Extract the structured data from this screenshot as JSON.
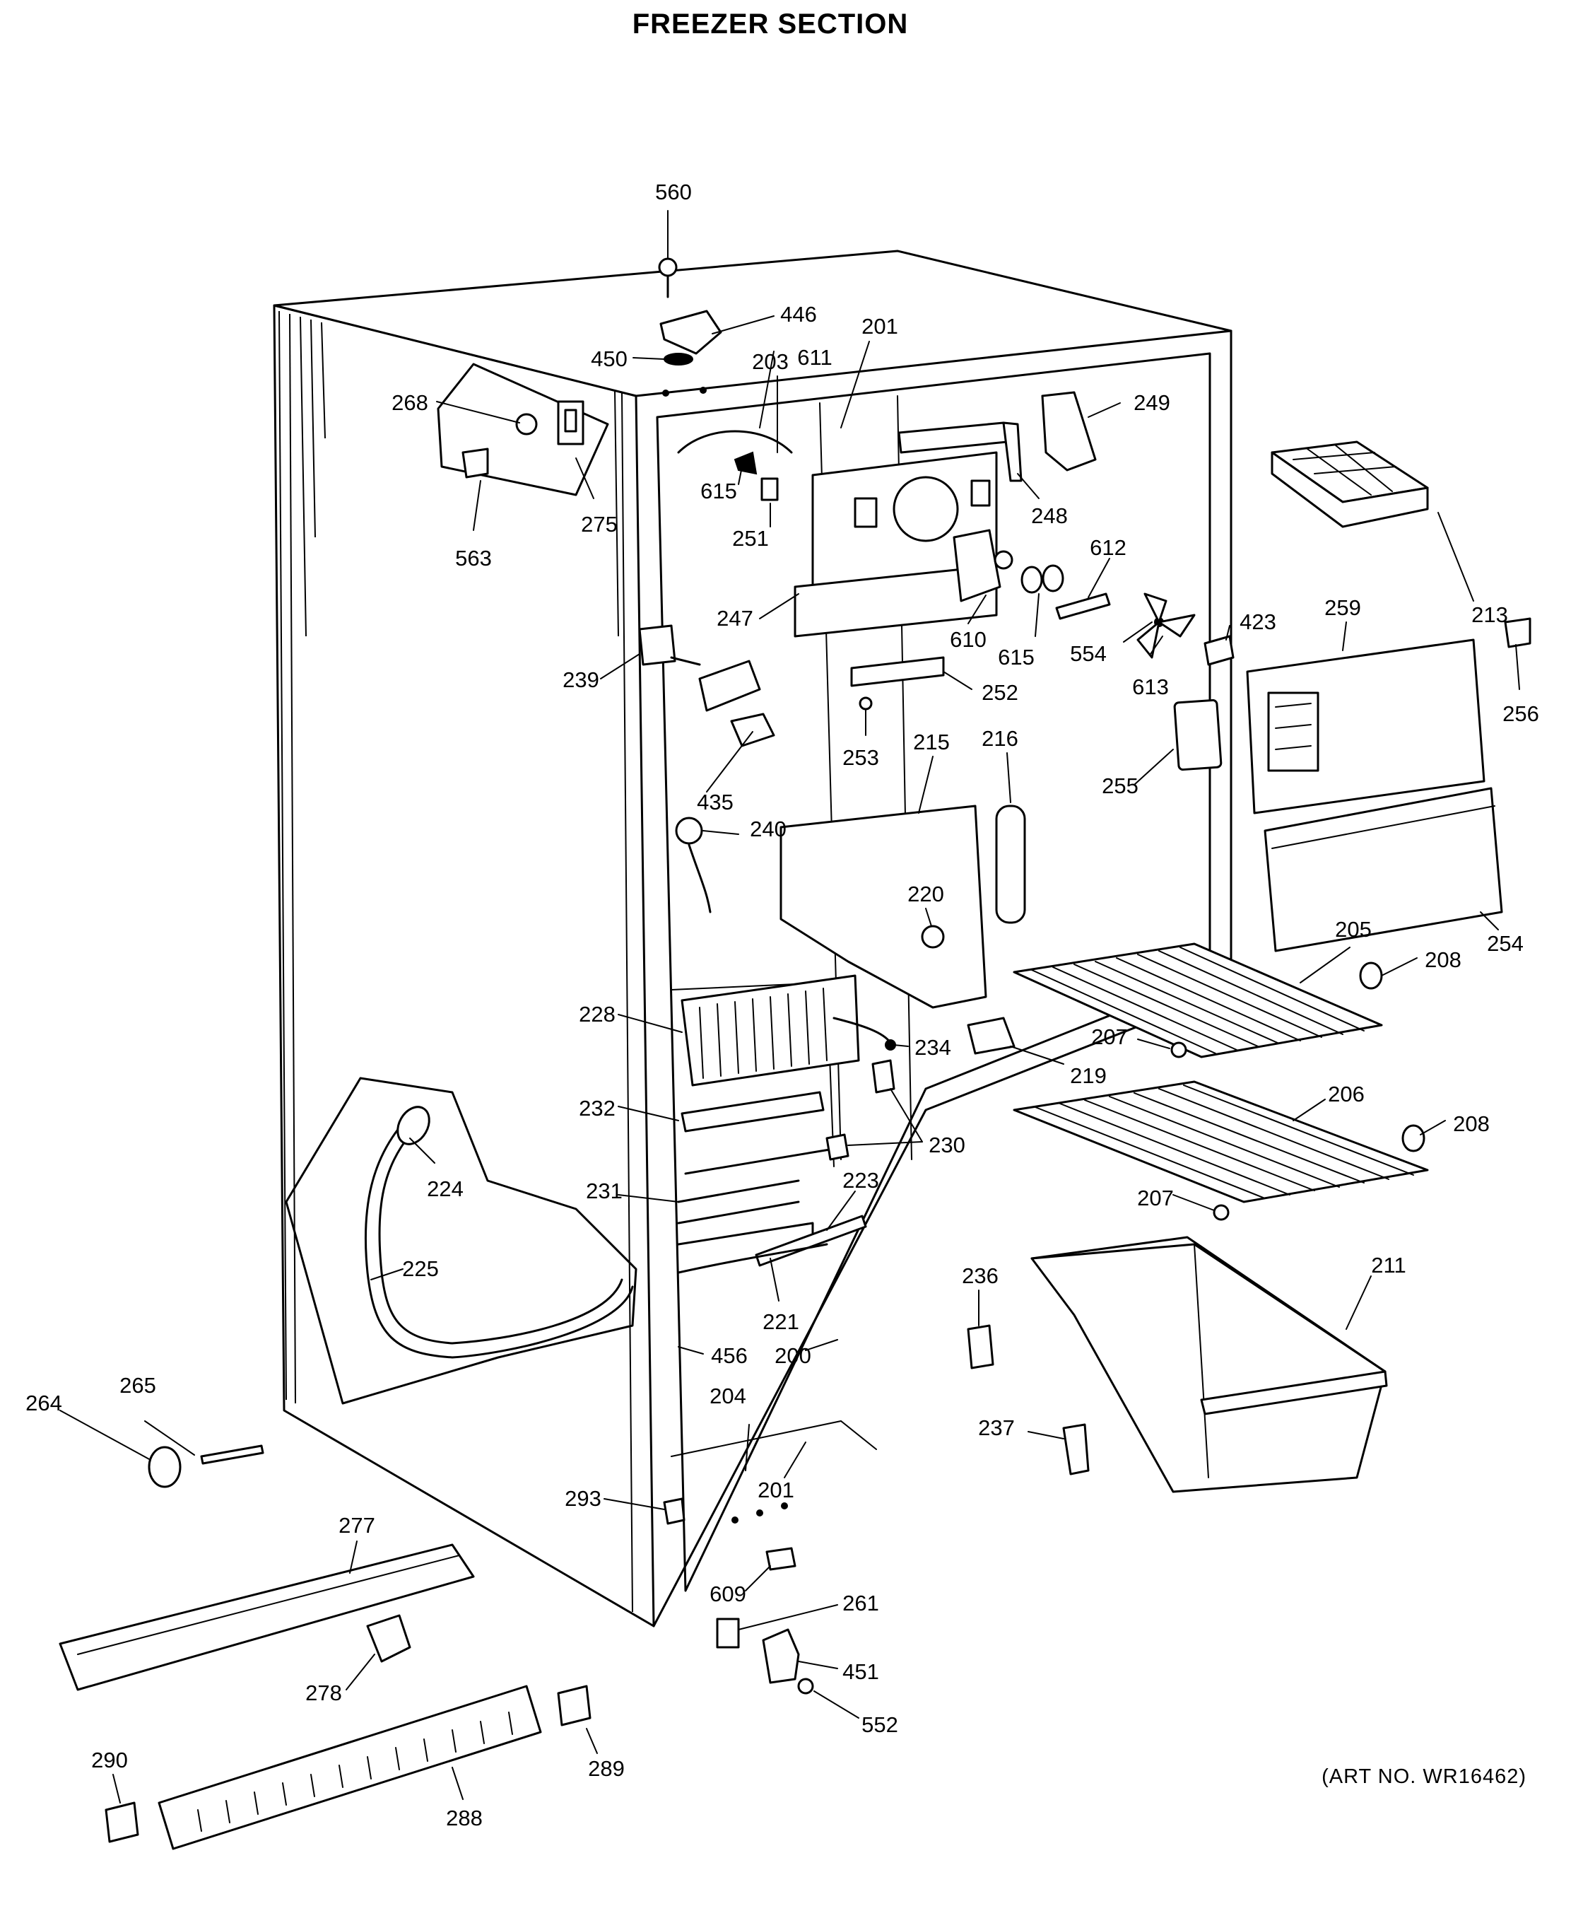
{
  "title": "FREEZER SECTION",
  "art_no": "(ART NO. WR16462)",
  "labels": [
    {
      "id": "lbl-560",
      "text": "560"
    },
    {
      "id": "lbl-446",
      "text": "446"
    },
    {
      "id": "lbl-450",
      "text": "450"
    },
    {
      "id": "lbl-201a",
      "text": "201"
    },
    {
      "id": "lbl-203",
      "text": "203"
    },
    {
      "id": "lbl-611",
      "text": "611"
    },
    {
      "id": "lbl-249",
      "text": "249"
    },
    {
      "id": "lbl-268",
      "text": "268"
    },
    {
      "id": "lbl-275",
      "text": "275"
    },
    {
      "id": "lbl-563",
      "text": "563"
    },
    {
      "id": "lbl-615a",
      "text": "615"
    },
    {
      "id": "lbl-251",
      "text": "251"
    },
    {
      "id": "lbl-248",
      "text": "248"
    },
    {
      "id": "lbl-213",
      "text": "213"
    },
    {
      "id": "lbl-612",
      "text": "612"
    },
    {
      "id": "lbl-247",
      "text": "247"
    },
    {
      "id": "lbl-610",
      "text": "610"
    },
    {
      "id": "lbl-615b",
      "text": "615"
    },
    {
      "id": "lbl-554",
      "text": "554"
    },
    {
      "id": "lbl-423",
      "text": "423"
    },
    {
      "id": "lbl-259",
      "text": "259"
    },
    {
      "id": "lbl-256",
      "text": "256"
    },
    {
      "id": "lbl-239",
      "text": "239"
    },
    {
      "id": "lbl-252",
      "text": "252"
    },
    {
      "id": "lbl-613",
      "text": "613"
    },
    {
      "id": "lbl-253",
      "text": "253"
    },
    {
      "id": "lbl-215",
      "text": "215"
    },
    {
      "id": "lbl-216",
      "text": "216"
    },
    {
      "id": "lbl-255",
      "text": "255"
    },
    {
      "id": "lbl-435",
      "text": "435"
    },
    {
      "id": "lbl-240",
      "text": "240"
    },
    {
      "id": "lbl-220",
      "text": "220"
    },
    {
      "id": "lbl-254",
      "text": "254"
    },
    {
      "id": "lbl-205",
      "text": "205"
    },
    {
      "id": "lbl-208a",
      "text": "208"
    },
    {
      "id": "lbl-228",
      "text": "228"
    },
    {
      "id": "lbl-234",
      "text": "234"
    },
    {
      "id": "lbl-207a",
      "text": "207"
    },
    {
      "id": "lbl-219",
      "text": "219"
    },
    {
      "id": "lbl-232",
      "text": "232"
    },
    {
      "id": "lbl-206",
      "text": "206"
    },
    {
      "id": "lbl-208b",
      "text": "208"
    },
    {
      "id": "lbl-230",
      "text": "230"
    },
    {
      "id": "lbl-224",
      "text": "224"
    },
    {
      "id": "lbl-231",
      "text": "231"
    },
    {
      "id": "lbl-223",
      "text": "223"
    },
    {
      "id": "lbl-207b",
      "text": "207"
    },
    {
      "id": "lbl-225",
      "text": "225"
    },
    {
      "id": "lbl-221",
      "text": "221"
    },
    {
      "id": "lbl-236",
      "text": "236"
    },
    {
      "id": "lbl-211",
      "text": "211"
    },
    {
      "id": "lbl-456",
      "text": "456"
    },
    {
      "id": "lbl-200",
      "text": "200"
    },
    {
      "id": "lbl-264",
      "text": "264"
    },
    {
      "id": "lbl-265",
      "text": "265"
    },
    {
      "id": "lbl-204",
      "text": "204"
    },
    {
      "id": "lbl-237",
      "text": "237"
    },
    {
      "id": "lbl-201b",
      "text": "201"
    },
    {
      "id": "lbl-293",
      "text": "293"
    },
    {
      "id": "lbl-277",
      "text": "277"
    },
    {
      "id": "lbl-609",
      "text": "609"
    },
    {
      "id": "lbl-261",
      "text": "261"
    },
    {
      "id": "lbl-278",
      "text": "278"
    },
    {
      "id": "lbl-451",
      "text": "451"
    },
    {
      "id": "lbl-552",
      "text": "552"
    },
    {
      "id": "lbl-289",
      "text": "289"
    },
    {
      "id": "lbl-290",
      "text": "290"
    },
    {
      "id": "lbl-288",
      "text": "288"
    }
  ]
}
